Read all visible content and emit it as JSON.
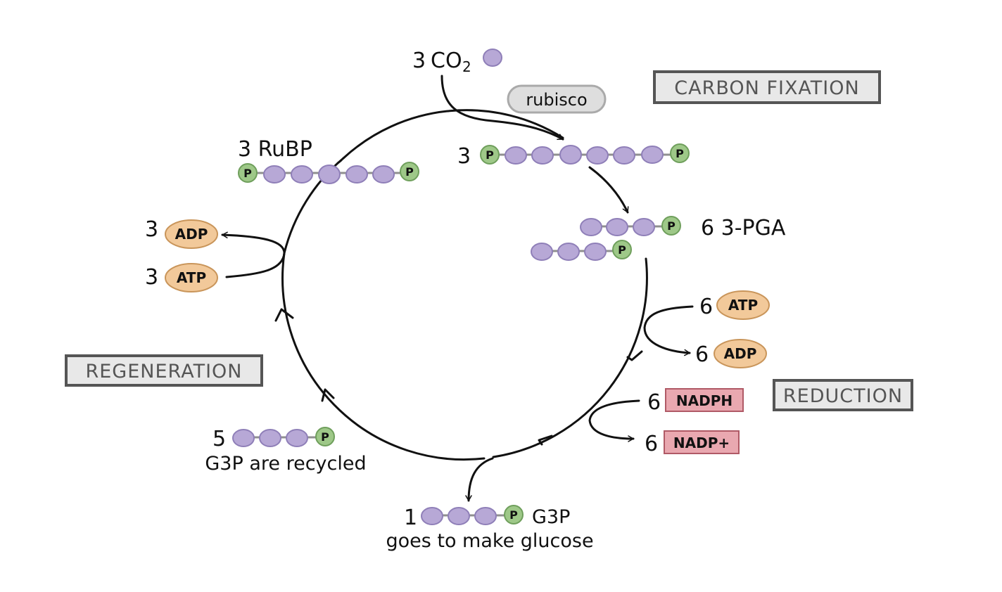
{
  "colors": {
    "carbon": "#b7a8d6",
    "carbon_stroke": "#8f7fb8",
    "phosphate": "#9ec888",
    "phosphate_stroke": "#6f9f5c",
    "energy": "#f2c99a",
    "energy_stroke": "#c9955a",
    "nadph": "#e9a8b0",
    "nadph_stroke": "#b05a66",
    "stage_fill": "#e8e8e8",
    "stage_stroke": "#555555",
    "enzyme_fill": "#dedede",
    "enzyme_stroke": "#aaaaaa"
  },
  "co2": {
    "count": "3",
    "label": "CO",
    "subscript": "2"
  },
  "enzyme": {
    "label": "rubisco"
  },
  "stages": {
    "carbon_fixation": "CARBON FIXATION",
    "reduction": "REDUCTION",
    "regeneration": "REGENERATION"
  },
  "phosphate_label": "P",
  "six_carbon": {
    "count": "3"
  },
  "pga": {
    "label": "6 3-PGA"
  },
  "reduction_inputs": {
    "atp_count": "6",
    "atp_label": "ATP",
    "adp_count": "6",
    "adp_label": "ADP",
    "nadph_count": "6",
    "nadph_label": "NADPH",
    "nadp_count": "6",
    "nadp_label": "NADP+"
  },
  "output": {
    "count": "1",
    "label": "G3P",
    "caption": "goes to make glucose"
  },
  "recycled": {
    "count": "5",
    "caption": "G3P are recycled"
  },
  "regeneration_inputs": {
    "adp_count": "3",
    "adp_label": "ADP",
    "atp_count": "3",
    "atp_label": "ATP"
  },
  "rubp": {
    "label": "3 RuBP"
  }
}
